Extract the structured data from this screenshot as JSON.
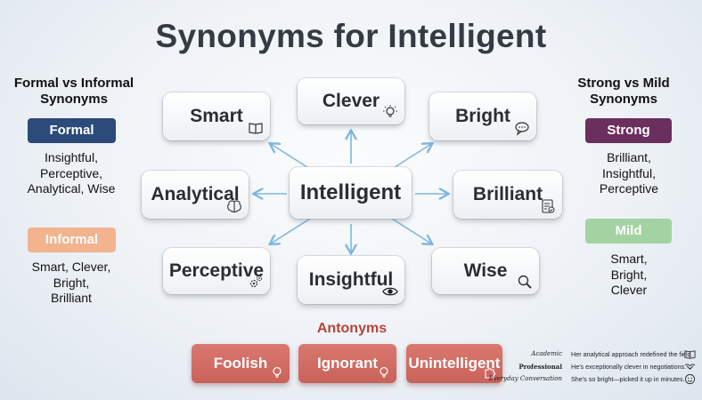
{
  "title": "Synonyms for Intelligent",
  "center": {
    "label": "Intelligent"
  },
  "synonyms": [
    {
      "label": "Clever",
      "icon": "lightbulb-icon"
    },
    {
      "label": "Smart",
      "icon": "book-icon"
    },
    {
      "label": "Bright",
      "icon": "speech-bubble-icon"
    },
    {
      "label": "Analytical",
      "icon": "brain-icon"
    },
    {
      "label": "Brilliant",
      "icon": "checklist-icon"
    },
    {
      "label": "Perceptive",
      "icon": "gears-icon"
    },
    {
      "label": "Insightful",
      "icon": "eye-icon"
    },
    {
      "label": "Wise",
      "icon": "magnifier-icon"
    }
  ],
  "formal_informal": {
    "heading": "Formal vs Informal Synonyms",
    "formal_label": "Formal",
    "formal_list": "Insightful, Perceptive, Analytical, Wise",
    "informal_label": "Informal",
    "informal_list": "Smart, Clever, Bright, Brilliant"
  },
  "strong_mild": {
    "heading": "Strong vs Mild Synonyms",
    "strong_label": "Strong",
    "strong_list": "Brilliant, Insightful, Perceptive",
    "mild_label": "Mild",
    "mild_list": "Smart, Bright, Clever"
  },
  "antonyms": {
    "heading": "Antonyms",
    "items": [
      {
        "label": "Foolish",
        "icon": "bulb-icon"
      },
      {
        "label": "Ignorant",
        "icon": "bulb-icon"
      },
      {
        "label": "Unintelligent",
        "icon": "puzzle-icon"
      }
    ]
  },
  "examples": [
    {
      "context": "Academic",
      "sentence": "Her analytical approach redefined the field.",
      "icon": "open-book-icon"
    },
    {
      "context": "Professional",
      "sentence": "He's exceptionally clever in negotiations.",
      "icon": "handshake-icon"
    },
    {
      "context": "Everyday Conversation",
      "sentence": "She's so bright—picked it up in minutes.",
      "icon": "smiley-icon"
    }
  ],
  "colors": {
    "formal": "#2c4a7a",
    "informal": "#f2b48f",
    "strong": "#6b2f5e",
    "mild": "#a3d3a3",
    "antonym": "#cf6a61",
    "antonym_heading": "#b7433b",
    "arrow": "#7fb7dc"
  }
}
